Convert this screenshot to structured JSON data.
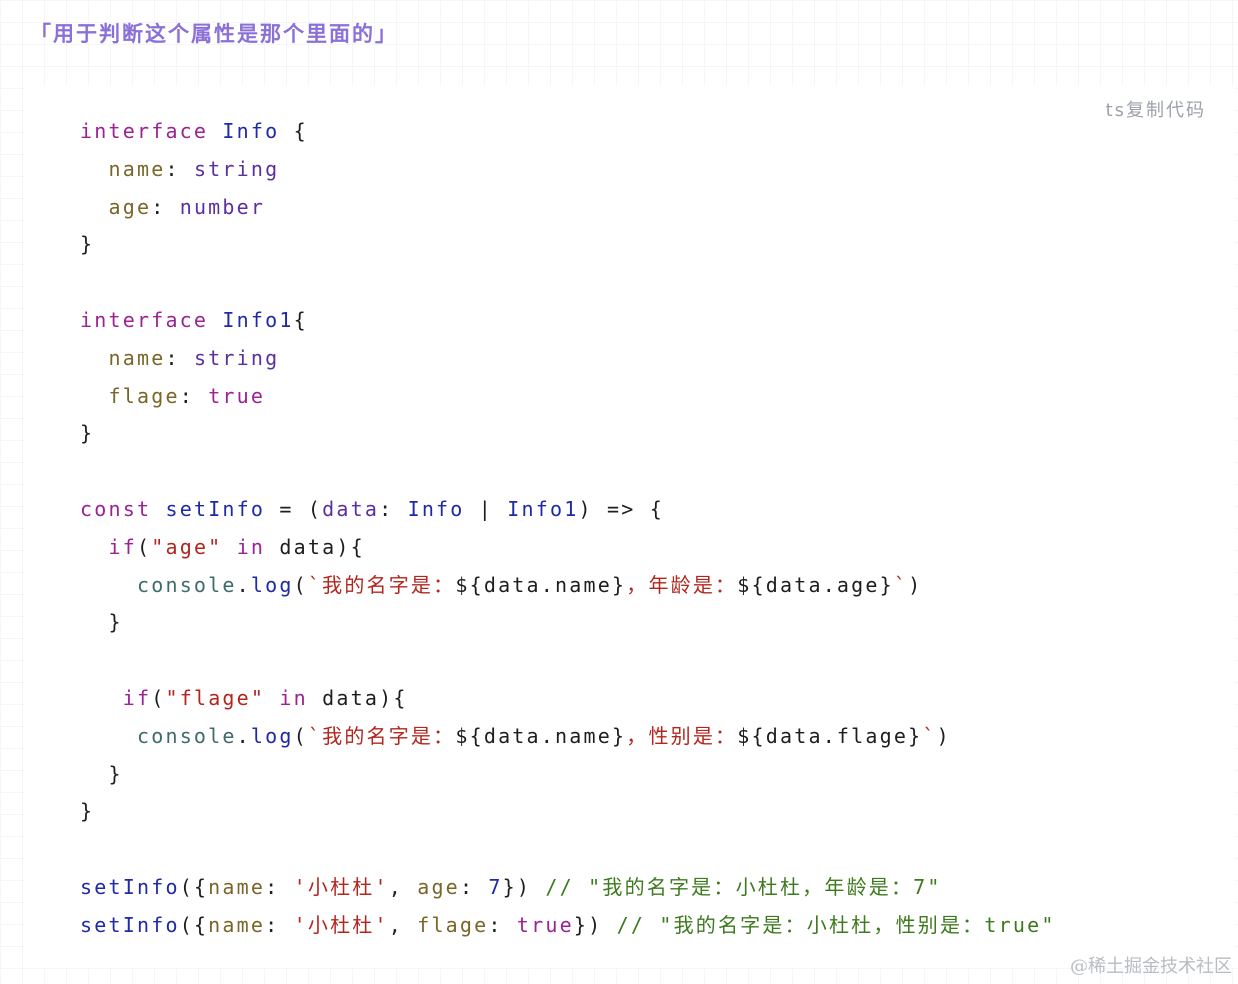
{
  "heading": "「用于判断这个属性是那个里面的」",
  "code_block": {
    "language_copy_label": "ts复制代码",
    "lines": [
      [
        [
          "kw",
          "interface"
        ],
        [
          "",
          " "
        ],
        [
          "ty",
          "Info"
        ],
        [
          "",
          " {"
        ]
      ],
      [
        [
          "",
          "  "
        ],
        [
          "prop",
          "name"
        ],
        [
          "",
          ": "
        ],
        [
          "bt",
          "string"
        ]
      ],
      [
        [
          "",
          "  "
        ],
        [
          "prop",
          "age"
        ],
        [
          "",
          ": "
        ],
        [
          "bt",
          "number"
        ]
      ],
      [
        [
          "",
          "}"
        ]
      ],
      [
        [
          "",
          ""
        ]
      ],
      [
        [
          "kw",
          "interface"
        ],
        [
          "",
          " "
        ],
        [
          "ty",
          "Info1"
        ],
        [
          "",
          "{"
        ]
      ],
      [
        [
          "",
          "  "
        ],
        [
          "prop",
          "name"
        ],
        [
          "",
          ": "
        ],
        [
          "bt",
          "string"
        ]
      ],
      [
        [
          "",
          "  "
        ],
        [
          "prop",
          "flage"
        ],
        [
          "",
          ": "
        ],
        [
          "kw",
          "true"
        ]
      ],
      [
        [
          "",
          "}"
        ]
      ],
      [
        [
          "",
          ""
        ]
      ],
      [
        [
          "kw",
          "const"
        ],
        [
          "",
          " "
        ],
        [
          "fn",
          "setInfo"
        ],
        [
          "",
          " = ("
        ],
        [
          "param",
          "data"
        ],
        [
          "",
          ": "
        ],
        [
          "ty",
          "Info"
        ],
        [
          "",
          " | "
        ],
        [
          "ty",
          "Info1"
        ],
        [
          "",
          ") => {"
        ]
      ],
      [
        [
          "",
          "  "
        ],
        [
          "kw",
          "if"
        ],
        [
          "",
          "("
        ],
        [
          "str",
          "\"age\""
        ],
        [
          "",
          " "
        ],
        [
          "kw",
          "in"
        ],
        [
          "",
          " data){"
        ]
      ],
      [
        [
          "",
          "    "
        ],
        [
          "obj",
          "console"
        ],
        [
          "",
          "."
        ],
        [
          "fn",
          "log"
        ],
        [
          "",
          "("
        ],
        [
          "str",
          "`我的名字是："
        ],
        [
          "",
          "${data.name}"
        ],
        [
          "str",
          "，年龄是："
        ],
        [
          "",
          "${data.age}"
        ],
        [
          "str",
          "`"
        ],
        [
          "",
          ")"
        ]
      ],
      [
        [
          "",
          "  }"
        ]
      ],
      [
        [
          "",
          ""
        ]
      ],
      [
        [
          "",
          "   "
        ],
        [
          "kw",
          "if"
        ],
        [
          "",
          "("
        ],
        [
          "str",
          "\"flage\""
        ],
        [
          "",
          " "
        ],
        [
          "kw",
          "in"
        ],
        [
          "",
          " data){"
        ]
      ],
      [
        [
          "",
          "    "
        ],
        [
          "obj",
          "console"
        ],
        [
          "",
          "."
        ],
        [
          "fn",
          "log"
        ],
        [
          "",
          "("
        ],
        [
          "str",
          "`我的名字是："
        ],
        [
          "",
          "${data.name}"
        ],
        [
          "str",
          "，性别是："
        ],
        [
          "",
          "${data.flage}"
        ],
        [
          "str",
          "`"
        ],
        [
          "",
          ")"
        ]
      ],
      [
        [
          "",
          "  }"
        ]
      ],
      [
        [
          "",
          "}"
        ]
      ],
      [
        [
          "",
          ""
        ]
      ],
      [
        [
          "fn",
          "setInfo"
        ],
        [
          "",
          "({"
        ],
        [
          "prop",
          "name"
        ],
        [
          "",
          ": "
        ],
        [
          "str",
          "'小杜杜'"
        ],
        [
          "",
          ", "
        ],
        [
          "prop",
          "age"
        ],
        [
          "",
          ": "
        ],
        [
          "num",
          "7"
        ],
        [
          "",
          "}) "
        ],
        [
          "cm",
          "// \"我的名字是：小杜杜，年龄是：7\""
        ]
      ],
      [
        [
          "fn",
          "setInfo"
        ],
        [
          "",
          "({"
        ],
        [
          "prop",
          "name"
        ],
        [
          "",
          ": "
        ],
        [
          "str",
          "'小杜杜'"
        ],
        [
          "",
          ", "
        ],
        [
          "prop",
          "flage"
        ],
        [
          "",
          ": "
        ],
        [
          "kw",
          "true"
        ],
        [
          "",
          "}) "
        ],
        [
          "cm",
          "// \"我的名字是：小杜杜，性别是：true\""
        ]
      ]
    ]
  },
  "watermark": "@稀土掘金技术社区"
}
